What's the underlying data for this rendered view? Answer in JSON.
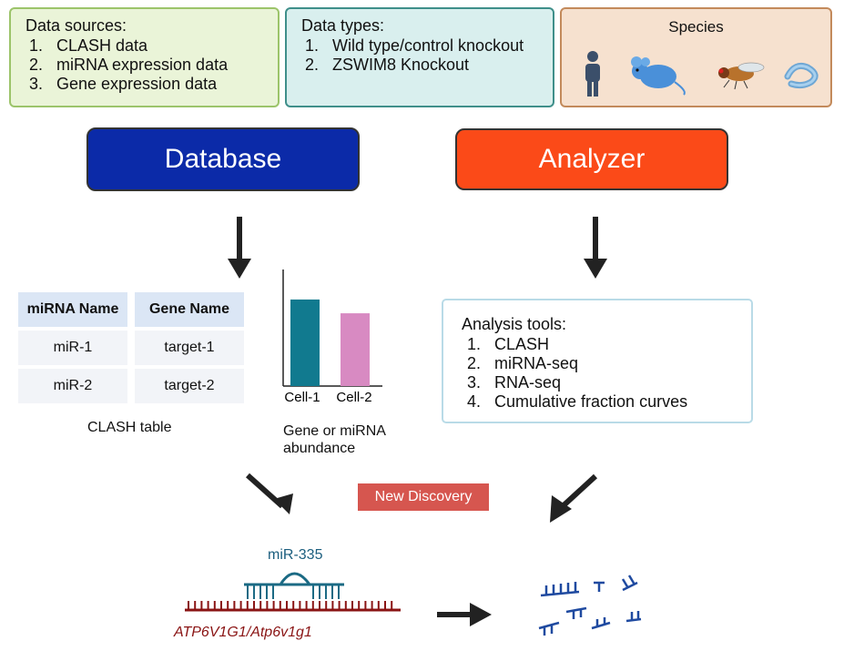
{
  "data_sources": {
    "title": "Data sources:",
    "items": [
      {
        "num": "1.",
        "text": "CLASH data"
      },
      {
        "num": "2.",
        "text": "miRNA expression data"
      },
      {
        "num": "3.",
        "text": "Gene expression data"
      }
    ]
  },
  "data_types": {
    "title": "Data types:",
    "items": [
      {
        "num": "1.",
        "text": "Wild type/control knockout"
      },
      {
        "num": "2.",
        "text": "ZSWIM8 Knockout"
      }
    ]
  },
  "species": {
    "title": "Species",
    "icons": [
      "human-icon",
      "mouse-icon",
      "fly-icon",
      "worm-icon"
    ]
  },
  "database": {
    "label": "Database",
    "color": "#0b2aa8"
  },
  "analyzer": {
    "label": "Analyzer",
    "color": "#fb4a18"
  },
  "clash_table": {
    "headers": [
      "miRNA Name",
      "Gene Name"
    ],
    "rows": [
      [
        "miR-1",
        "target-1"
      ],
      [
        "miR-2",
        "target-2"
      ]
    ],
    "caption": "CLASH table"
  },
  "abundance_chart": {
    "categories": [
      "Cell-1",
      "Cell-2"
    ],
    "values": [
      0.88,
      0.74
    ],
    "colors": [
      "#117a8f",
      "#d88ac2"
    ],
    "caption_line1": "Gene or miRNA",
    "caption_line2": "abundance"
  },
  "analysis_tools": {
    "title": "Analysis tools:",
    "items": [
      {
        "num": "1.",
        "text": "CLASH"
      },
      {
        "num": "2.",
        "text": "miRNA-seq"
      },
      {
        "num": "3.",
        "text": "RNA-seq"
      },
      {
        "num": "4.",
        "text": "Cumulative fraction curves"
      }
    ]
  },
  "new_discovery": "New Discovery",
  "mirna_label": "miR-335",
  "gene_label": "ATP6V1G1/Atp6v1g1"
}
